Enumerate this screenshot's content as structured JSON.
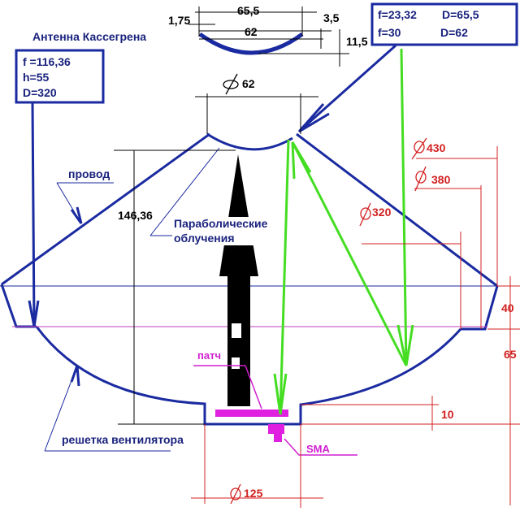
{
  "title": "Антенна Кассегрена",
  "main_params": {
    "line1": "f =116,36",
    "line2": "h=55",
    "line3": "D=320"
  },
  "sub_params": {
    "f1": "f=23,32",
    "d1": "D=65,5",
    "f2": "f=30",
    "d2": "D=62"
  },
  "sub_dims": {
    "outer": "65,5",
    "inner": "62",
    "lip": "1,75",
    "rim": "3,5",
    "depth": "11,5"
  },
  "sub_diameter": "62",
  "labels": {
    "wire": "провод",
    "feed_line1": "Параболические",
    "feed_line2": "облучения",
    "height": "146,36",
    "patch": "патч",
    "sma": "SMA",
    "fan_grille": "решетка вентилятора"
  },
  "dims": {
    "d430": "430",
    "d380": "380",
    "d320": "320",
    "h40": "40",
    "h65": "65",
    "h10": "10",
    "d125": "125"
  },
  "colors": {
    "blue": "#1a2aa0",
    "red": "#d32020",
    "green": "#44dd22",
    "magenta": "#e020e0"
  }
}
